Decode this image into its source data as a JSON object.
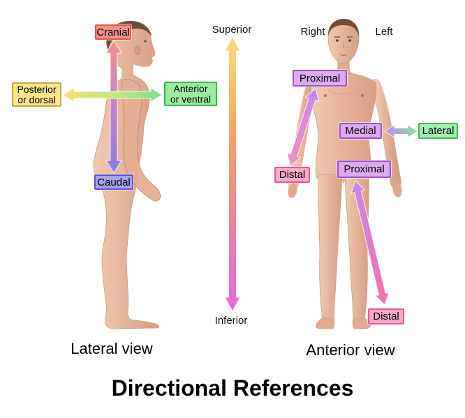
{
  "title": "Directional References",
  "lateral_view": {
    "caption": "Lateral view",
    "cranial": "Cranial",
    "caudal": "Caudal",
    "posterior_line1": "Posterior",
    "posterior_line2": "or dorsal",
    "anterior_line1": "Anterior",
    "anterior_line2": "or ventral"
  },
  "axis": {
    "superior": "Superior",
    "inferior": "Inferior"
  },
  "anterior_view": {
    "caption": "Anterior view",
    "right": "Right",
    "left": "Left",
    "proximal_arm": "Proximal",
    "distal_arm": "Distal",
    "medial": "Medial",
    "lateral": "Lateral",
    "proximal_leg": "Proximal",
    "distal_leg": "Distal"
  },
  "colors": {
    "cranial": {
      "fill": "#f5928d",
      "border": "#e6564e"
    },
    "caudal": {
      "fill": "#a9a2ec",
      "border": "#5f54d6"
    },
    "posterior": {
      "fill": "#f9e48b",
      "border": "#c9a83c"
    },
    "anterior": {
      "fill": "#99ee9e",
      "border": "#3cb44b"
    },
    "proximal": {
      "fill": "#dcaaee",
      "border": "#9b50cd"
    },
    "distal": {
      "fill": "#f9a9c9",
      "border": "#e2579b"
    },
    "medial": {
      "fill": "#dcaaee",
      "border": "#9b50cd"
    },
    "lateral": {
      "fill": "#a2efb2",
      "border": "#43b953"
    }
  },
  "arrow_gradients": {
    "cranial_caudal": [
      "#f2908a",
      "#c183c8",
      "#8a7ce0"
    ],
    "posterior_anterior": [
      "#f4e070",
      "#c2e87e",
      "#7ce08e"
    ],
    "superior_inferior": [
      "#f8dc78",
      "#f0a662",
      "#ed7fa6",
      "#e569dd"
    ],
    "proximal_distal_arm": [
      "#c689e9",
      "#f48cc0"
    ],
    "medial_lateral": [
      "#c689e9",
      "#82e2a4"
    ],
    "proximal_distal_leg": [
      "#c689e9",
      "#f370ae"
    ]
  }
}
